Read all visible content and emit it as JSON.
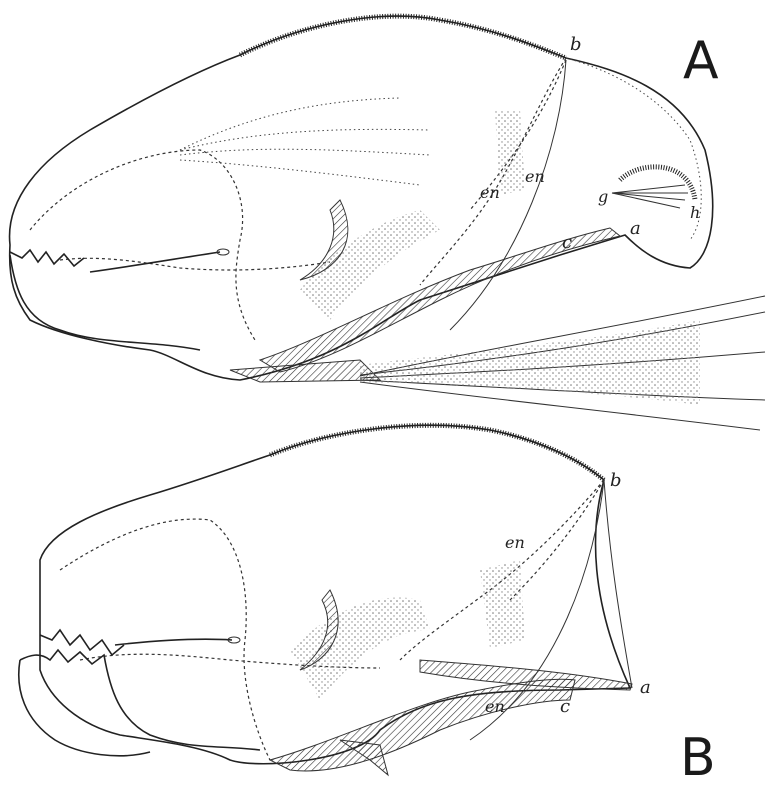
{
  "figure": {
    "panels": [
      {
        "id": "A",
        "panel_label": "A",
        "labels": {
          "b": "b",
          "en1": "en",
          "en2": "en",
          "g": "g",
          "h": "h",
          "a": "a",
          "c": "c"
        }
      },
      {
        "id": "B",
        "panel_label": "B",
        "labels": {
          "b": "b",
          "en1": "en",
          "en2": "en",
          "a": "a",
          "c": "c"
        }
      }
    ]
  }
}
